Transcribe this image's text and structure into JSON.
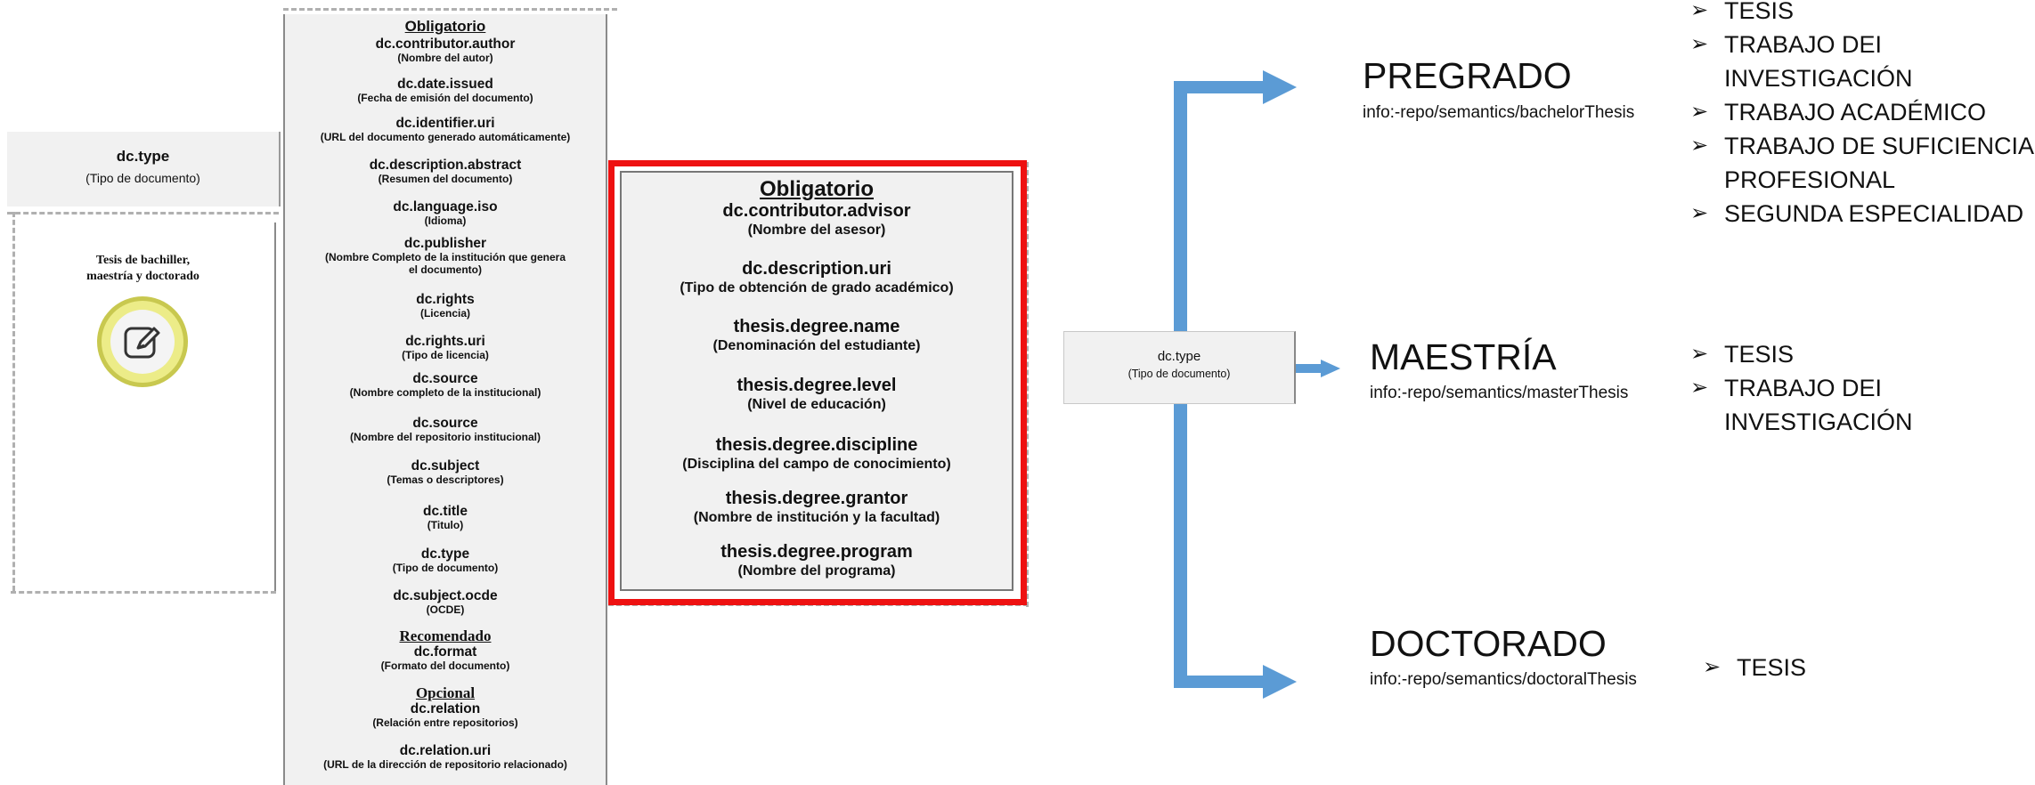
{
  "left_box": {
    "key": "dc.type",
    "desc": "(Tipo de documento)",
    "caption_line1": "Tesis de bachiller,",
    "caption_line2": "maestría y doctorado",
    "badge_icon": "edit-icon"
  },
  "middle": {
    "obligatorio_label": "Obligatorio",
    "fields": [
      {
        "key": "dc.contributor.author",
        "desc": "(Nombre del autor)"
      },
      {
        "key": "dc.date.issued",
        "desc": "(Fecha de emisión del documento)"
      },
      {
        "key": "dc.identifier.uri",
        "desc": "(URL del documento generado automáticamente)"
      },
      {
        "key": "dc.description.abstract",
        "desc": "(Resumen del documento)"
      },
      {
        "key": "dc.language.iso",
        "desc": "(Idioma)"
      },
      {
        "key": "dc.publisher",
        "desc": "(Nombre Completo de la institución que genera",
        "desc2": "el documento)"
      },
      {
        "key": "dc.rights",
        "desc": "(Licencia)"
      },
      {
        "key": "dc.rights.uri",
        "desc": "(Tipo de licencia)"
      },
      {
        "key": "dc.source",
        "desc": "(Nombre completo de la institucional)"
      },
      {
        "key": "dc.source",
        "desc": "(Nombre del repositorio institucional)"
      },
      {
        "key": "dc.subject",
        "desc": "(Temas o descriptores)"
      },
      {
        "key": "dc.title",
        "desc": "(Titulo)"
      },
      {
        "key": "dc.type",
        "desc": "(Tipo de documento)"
      },
      {
        "key": "dc.subject.ocde",
        "desc": "(OCDE)"
      }
    ],
    "recomendado_label": "Recomendado",
    "recomendado": {
      "key": "dc.format",
      "desc": "(Formato del documento)"
    },
    "opcional_label": "Opcional",
    "opcional": [
      {
        "key": "dc.relation",
        "desc": "(Relación entre repositorios)"
      },
      {
        "key": "dc.relation.uri",
        "desc": "(URL de la dirección de repositorio relacionado)"
      }
    ]
  },
  "red_box": {
    "label": "Obligatorio",
    "fields": [
      {
        "key": "dc.contributor.advisor",
        "desc": "(Nombre del asesor)"
      },
      {
        "key": "dc.description.uri",
        "desc": "(Tipo de obtención de grado académico)"
      },
      {
        "key": "thesis.degree.name",
        "desc": "(Denominación del estudiante)"
      },
      {
        "key": "thesis.degree.level",
        "desc": "(Nivel de educación)"
      },
      {
        "key": "thesis.degree.discipline",
        "desc": "(Disciplina del campo de conocimiento)"
      },
      {
        "key": "thesis.degree.grantor",
        "desc": "(Nombre de institución y la facultad)"
      },
      {
        "key": "thesis.degree.program",
        "desc": "(Nombre del programa)"
      }
    ]
  },
  "right_box": {
    "key": "dc.type",
    "desc": "(Tipo de documento)"
  },
  "accent_blue": "#5b9bd5",
  "accent_red": "#ee1111",
  "bullet_marker": "➢",
  "degrees": [
    {
      "name": "PREGRADO",
      "uri": "info:-repo/semantics/bachelorThesis",
      "items": [
        "TESIS",
        "TRABAJO DEI",
        "INVESTIGACIÓN",
        "TRABAJO ACADÉMICO",
        "TRABAJO DE SUFICIENCIA",
        "PROFESIONAL",
        "SEGUNDA ESPECIALIDAD"
      ]
    },
    {
      "name": "MAESTRÍA",
      "uri": "info:-repo/semantics/masterThesis",
      "items": [
        "TESIS",
        "TRABAJO DEI",
        "INVESTIGACIÓN"
      ]
    },
    {
      "name": "DOCTORADO",
      "uri": "info:-repo/semantics/doctoralThesis",
      "items": [
        "TESIS"
      ]
    }
  ]
}
